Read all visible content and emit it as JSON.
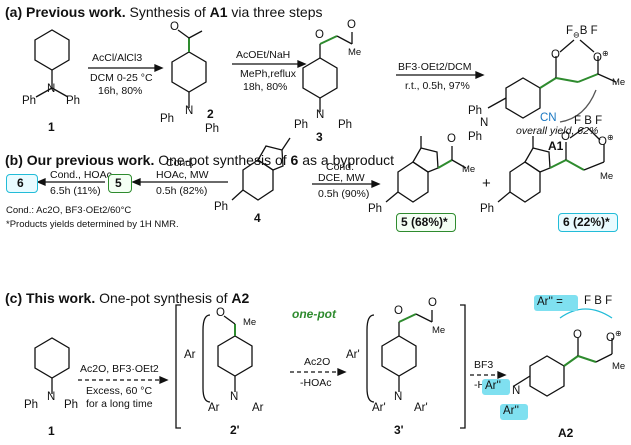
{
  "section_a": {
    "title_bold": "(a) Previous work.",
    "title_rest": " Synthesis of ",
    "title_cmpd": "A1",
    "title_end": " via three steps",
    "step1_top": "AcCl/AlCl3",
    "step1_bot1": "DCM 0-25 °C",
    "step1_bot2": "16h, 80%",
    "step2_top": "AcOEt/NaH",
    "step2_bot1": "MePh,reflux",
    "step2_bot2": "18h, 80%",
    "step3_top": "BF3·OEt2/DCM",
    "step3_bot": "r.t., 0.5h, 97%",
    "cmpd1": "1",
    "cmpd2": "2",
    "cmpd3": "3",
    "cmpdA1": "A1",
    "overall": "overall yield, 62%",
    "cn": "CN"
  },
  "section_b": {
    "title_bold": "(b) Our previous work.",
    "title_rest": " One-pot synthesis of ",
    "title_cmpd": "6",
    "title_end": " as a byproduct",
    "arrow_left1_top": "Cond., HOAc",
    "arrow_left1_bot": "6.5h (11%)",
    "arrow_left2_top1": "Cond.",
    "arrow_left2_top2": "HOAc, MW",
    "arrow_left2_bot": "0.5h (82%)",
    "arrow_right_top1": "Cond.",
    "arrow_right_top2": "DCE, MW",
    "arrow_right_bot": "0.5h (90%)",
    "cmpd4": "4",
    "cmpd5": "5",
    "cmpd5_yield": "5 (68%)*",
    "cmpd6": "6",
    "cmpd6_yield": "6 (22%)*",
    "note1": "Cond.: Ac2O, BF3·OEt2/60°C",
    "note2": "*Products yields determined by 1H NMR.",
    "plus": "+"
  },
  "section_c": {
    "title_bold": "(c) This work.",
    "title_rest": " One-pot synthesis of ",
    "title_cmpd": "A2",
    "arrow1_top": "Ac2O, BF3·OEt2",
    "arrow1_bot1": "Excess, 60 °C",
    "arrow1_bot2": "for a long time",
    "onepot": "one-pot",
    "arrow2_top": "Ac2O",
    "arrow2_bot": "-HOAc",
    "arrow3_top": "BF3",
    "arrow3_bot": "-HF",
    "cmpd1": "1",
    "cmpd2p": "2'",
    "cmpd3p": "3'",
    "cmpdA2": "A2",
    "ar": "Ar",
    "arp": "Ar'",
    "arpp": "Ar''",
    "arpp_eq": "Ar'' ="
  },
  "colors": {
    "green": "#2e8b2e",
    "blue": "#1a78c2",
    "cyan": "#22bcd8"
  }
}
